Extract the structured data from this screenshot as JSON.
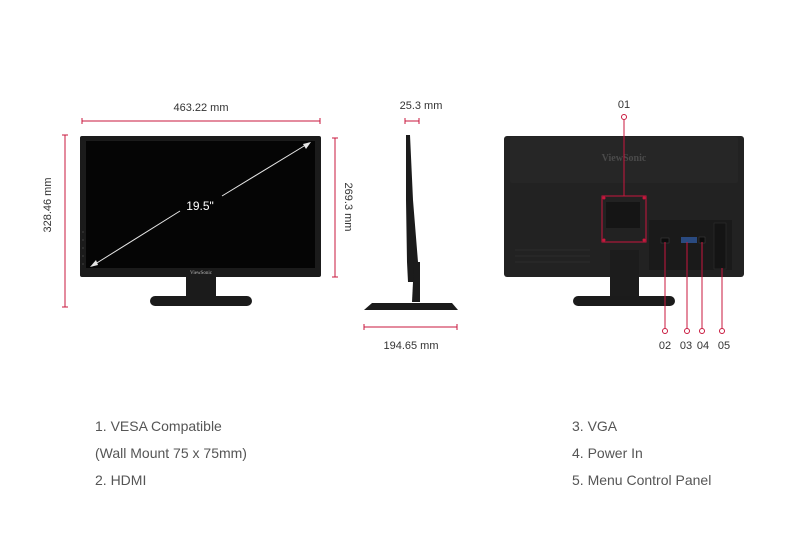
{
  "colors": {
    "accent": "#c8173d",
    "monitor_dark": "#1b1b1b",
    "screen": "#050505",
    "text": "#555555"
  },
  "front_view": {
    "width_label": "463.22 mm",
    "height_label": "328.46 mm",
    "screen_height_label": "269.3 mm",
    "diagonal_label": "19.5\"",
    "brand_label": "ViewSonic"
  },
  "side_view": {
    "depth_label": "25.3 mm",
    "base_depth_label": "194.65 mm"
  },
  "rear_view": {
    "brand_label": "ViewSonic",
    "callouts": [
      "01",
      "02",
      "03",
      "04",
      "05"
    ]
  },
  "legend": {
    "left": [
      "1. VESA Compatible",
      "(Wall Mount 75 x 75mm)",
      "2. HDMI"
    ],
    "right": [
      "3. VGA",
      "4. Power In",
      "5. Menu Control Panel"
    ]
  }
}
